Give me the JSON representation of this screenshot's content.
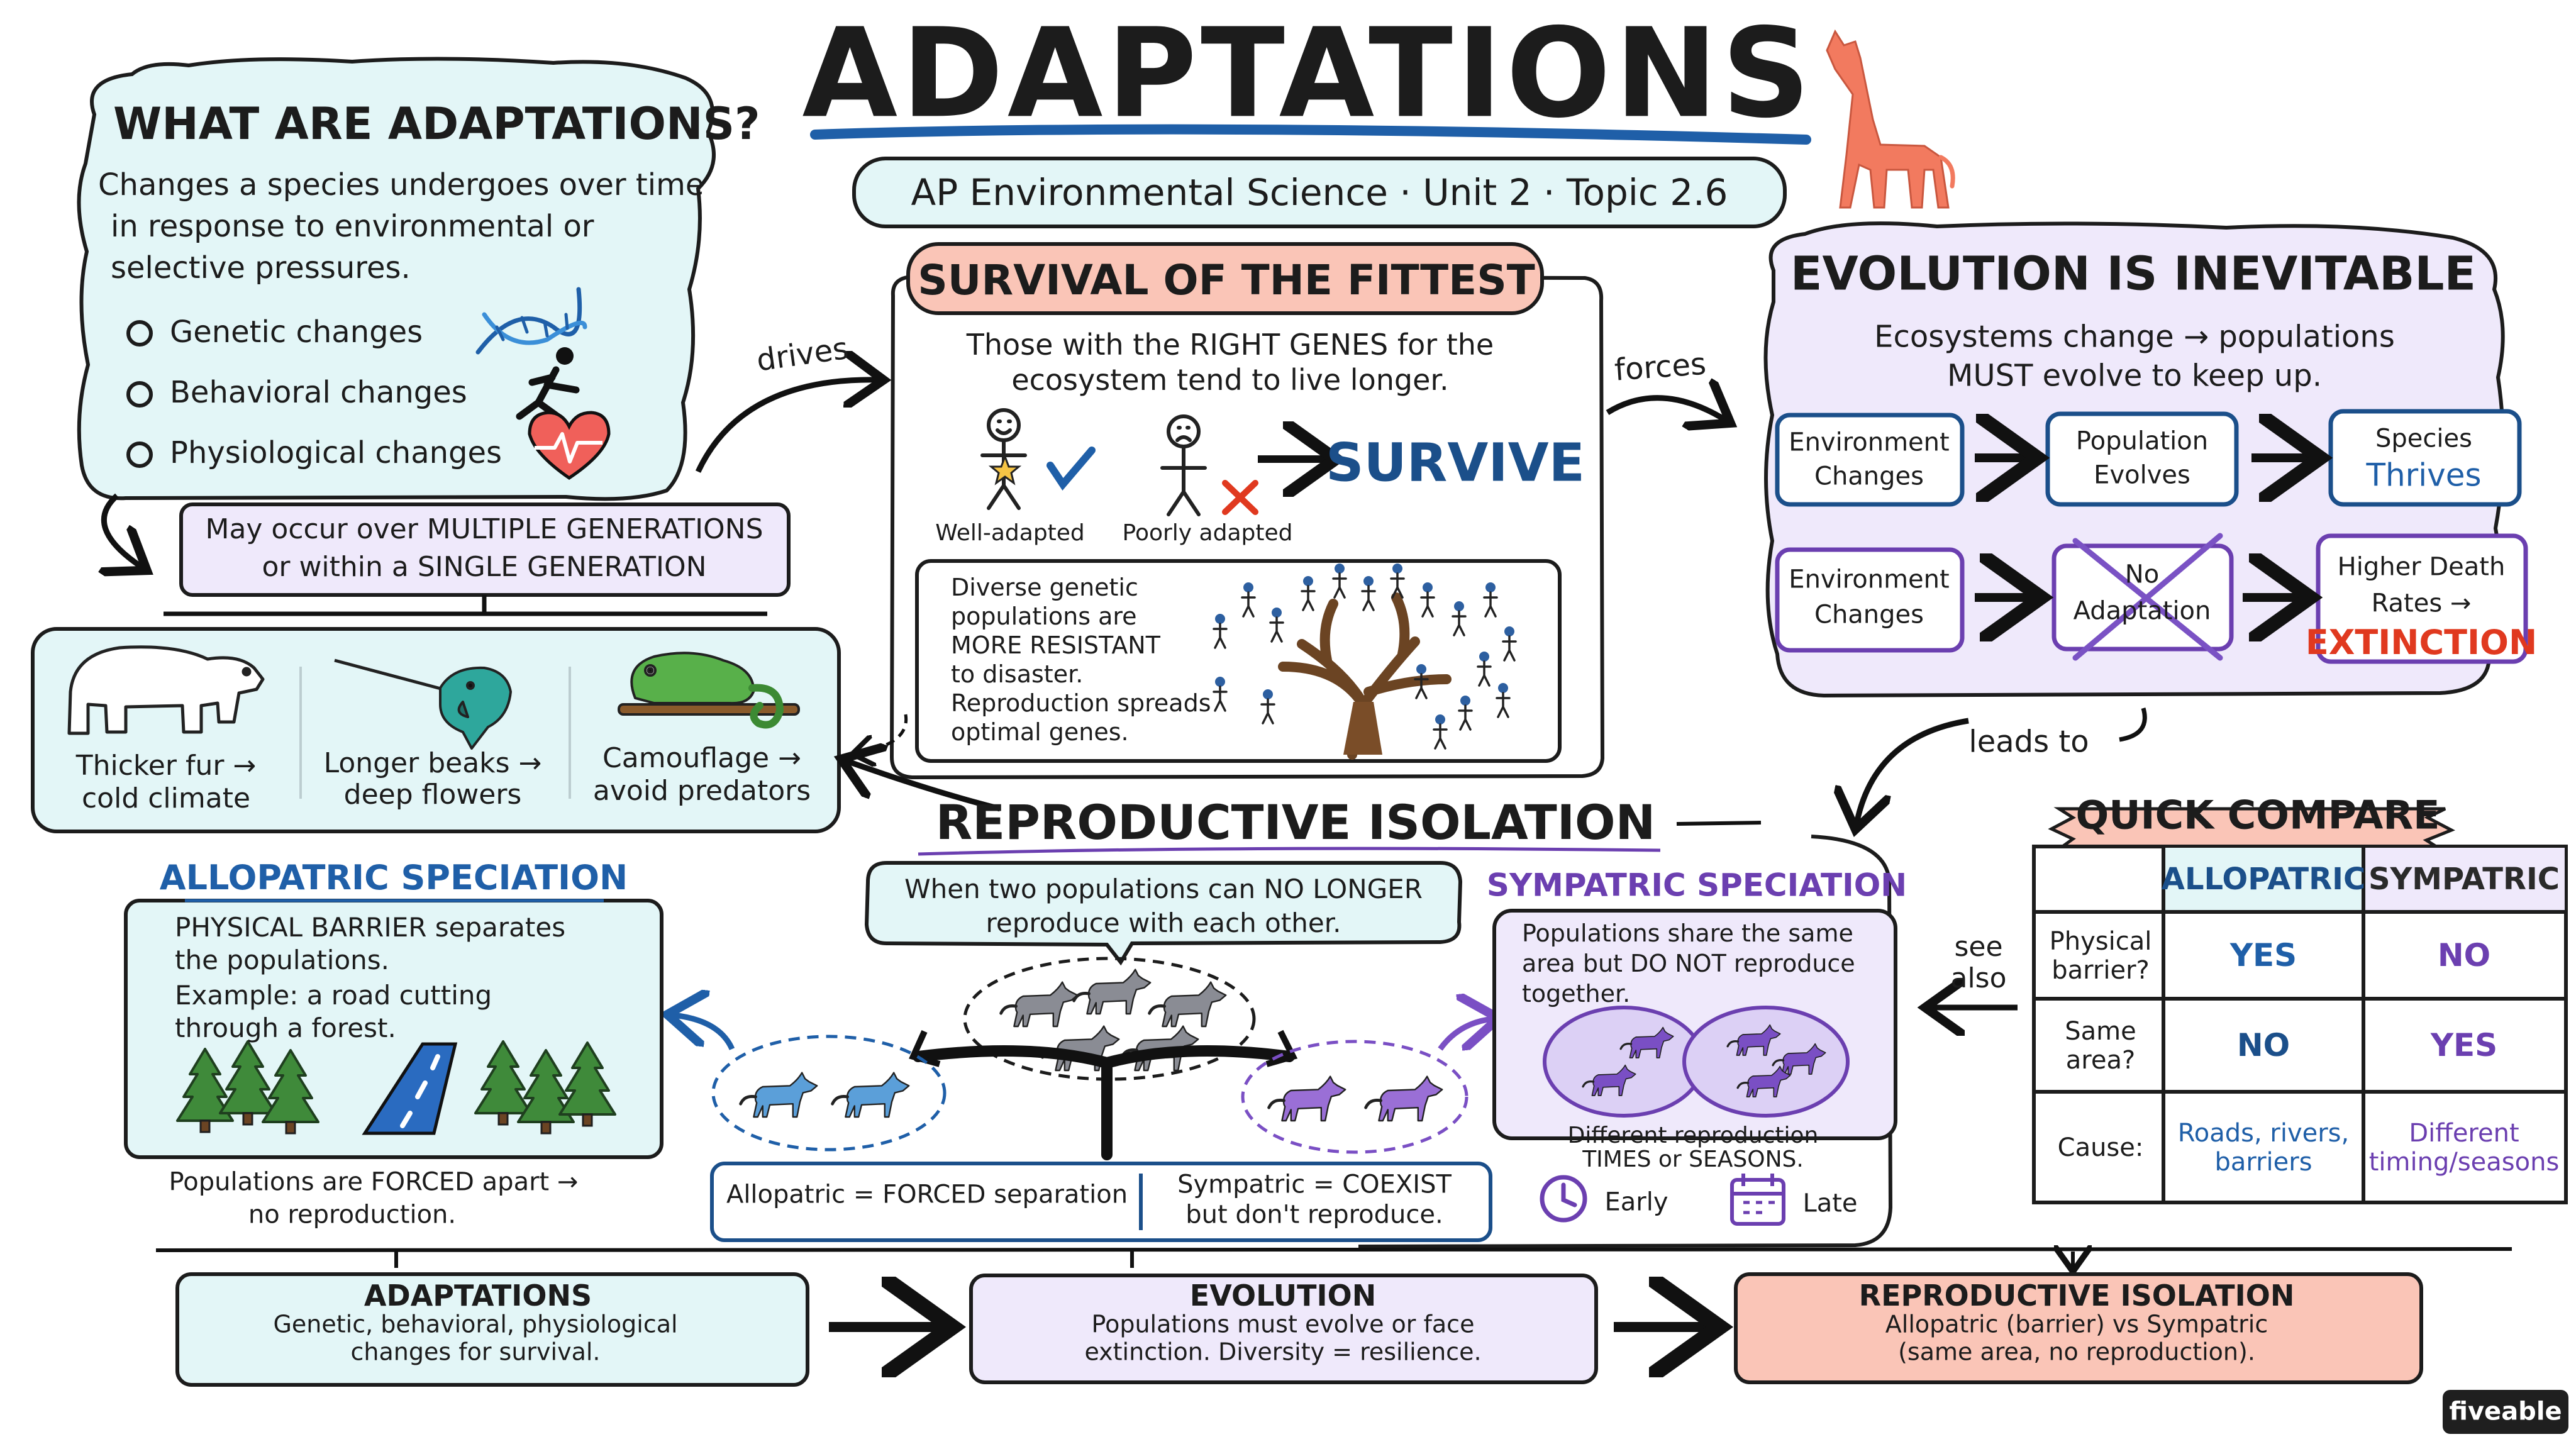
{
  "title": "ADAPTATIONS",
  "subtitle": "AP Environmental Science · Unit 2 · Topic 2.6",
  "brand": "fiveable",
  "colors": {
    "teal": "#e3f6f7",
    "lavender": "#efe9fb",
    "salmon": "#fac5b7",
    "navy": "#1b4f8a",
    "blue": "#1f5fa8",
    "purple": "#6b3fb0",
    "red": "#e0391f",
    "giraffe": "#f27a5f"
  },
  "what_are": {
    "heading": "WHAT ARE ADAPTATIONS?",
    "body": [
      "Changes a species undergoes over time",
      "in response to environmental or",
      "selective pressures."
    ],
    "items": [
      "Genetic changes",
      "Behavioral changes",
      "Physiological changes"
    ],
    "icons": [
      "dna-icon",
      "runner-icon",
      "heart-icon"
    ]
  },
  "generations": [
    "May occur over MULTIPLE GENERATIONS",
    "or within a SINGLE GENERATION"
  ],
  "examples": [
    {
      "line1": "Thicker fur →",
      "line2": "cold climate",
      "icon": "polar-bear-icon"
    },
    {
      "line1": "Longer beaks →",
      "line2": "deep flowers",
      "icon": "hummingbird-icon"
    },
    {
      "line1": "Camouflage →",
      "line2": "avoid predators",
      "icon": "chameleon-icon"
    }
  ],
  "connectors": {
    "drives": "drives",
    "forces": "forces",
    "leads_to": "leads to",
    "see_also": [
      "see",
      "also"
    ]
  },
  "survival": {
    "heading": "SURVIVAL OF THE FITTEST",
    "body": [
      "Those with the RIGHT GENES for the",
      "ecosystem tend to live longer."
    ],
    "well": "Well-adapted",
    "poor": "Poorly adapted",
    "survive": "SURVIVE",
    "diverse": [
      "Diverse genetic",
      "populations are",
      "MORE RESISTANT",
      "to disaster.",
      "Reproduction spreads",
      "optimal genes."
    ]
  },
  "evolution": {
    "heading": "EVOLUTION IS INEVITABLE",
    "body": [
      "Ecosystems change → populations",
      "MUST evolve to keep up."
    ],
    "row1": [
      [
        "Environment",
        "Changes"
      ],
      [
        "Population",
        "Evolves"
      ],
      [
        "Species",
        "Thrives"
      ]
    ],
    "row2": [
      [
        "Environment",
        "Changes"
      ],
      [
        "No",
        "Adaptation"
      ],
      [
        "Higher Death",
        "Rates →",
        "EXTINCTION"
      ]
    ]
  },
  "repro": {
    "heading": "REPRODUCTIVE ISOLATION",
    "bubble": [
      "When two populations can NO LONGER",
      "reproduce with each other."
    ],
    "compare_left": "Allopatric = FORCED separation",
    "compare_right": [
      "Sympatric = COEXIST",
      "but don't reproduce."
    ]
  },
  "allopatric": {
    "heading": "ALLOPATRIC SPECIATION",
    "body": [
      "PHYSICAL BARRIER separates",
      "the populations.",
      "Example: a road cutting",
      "through a forest."
    ],
    "footer": [
      "Populations are FORCED apart →",
      "no reproduction."
    ]
  },
  "sympatric": {
    "heading": "SYMPATRIC SPECIATION",
    "body": [
      "Populations share the same",
      "area but DO NOT reproduce",
      "together."
    ],
    "caption": [
      "Different reproduction",
      "TIMES or SEASONS."
    ],
    "early": "Early",
    "late": "Late"
  },
  "quick": {
    "heading": "QUICK COMPARE",
    "cols": [
      "ALLOPATRIC",
      "SYMPATRIC"
    ],
    "rows": [
      {
        "label": "Physical barrier?",
        "a": "YES",
        "s": "NO"
      },
      {
        "label": "Same area?",
        "a": "NO",
        "s": "YES"
      },
      {
        "label": "Cause:",
        "a": "Roads, rivers, barriers",
        "s": "Different timing/seasons"
      }
    ]
  },
  "summary": [
    {
      "title": "ADAPTATIONS",
      "body": [
        "Genetic, behavioral, physiological",
        "changes for survival."
      ]
    },
    {
      "title": "EVOLUTION",
      "body": [
        "Populations must evolve or face",
        "extinction. Diversity = resilience."
      ]
    },
    {
      "title": "REPRODUCTIVE ISOLATION",
      "body": [
        "Allopatric (barrier) vs Sympatric",
        "(same area, no reproduction)."
      ]
    }
  ]
}
